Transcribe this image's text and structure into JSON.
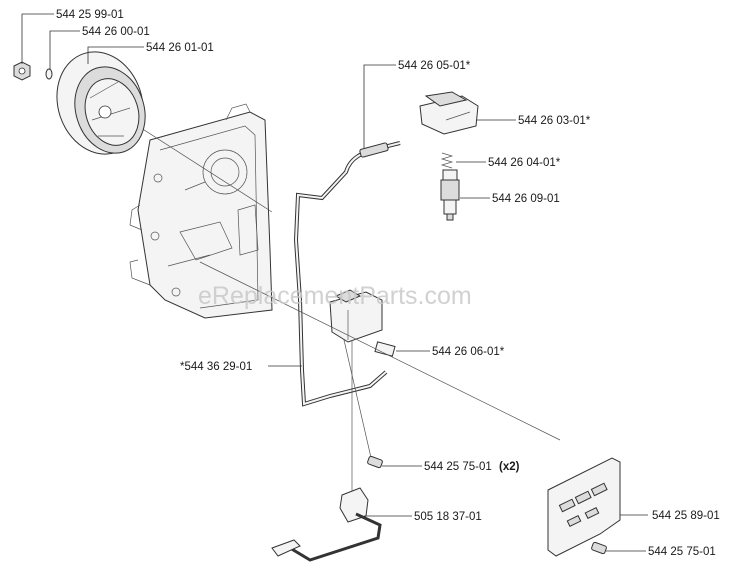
{
  "diagram": {
    "watermark": "eReplacementParts.com",
    "callouts": {
      "nut": "544 25 99-01",
      "key": "544 26 00-01",
      "flywheel": "544 26 01-01",
      "hv_lead": "544 26 05-01*",
      "spark_cap": "544 26 03-01*",
      "spring": "544 26 04-01*",
      "spark_plug": "544 26 09-01",
      "wire_harness": "*544 36 29-01",
      "ignition_module": "544 26 06-01*",
      "module_screw": "544 25 75-01",
      "module_screw_qty": "(x2)",
      "stop_switch": "505 18 37-01",
      "shield_plate": "544 25 89-01",
      "plate_screw": "544 25 75-01"
    }
  }
}
